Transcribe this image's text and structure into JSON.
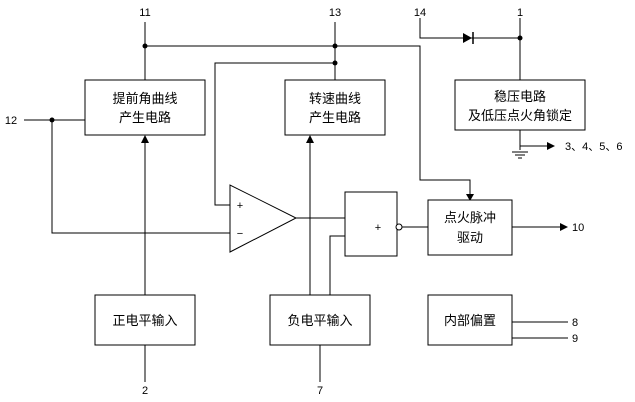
{
  "blocks": {
    "advance_curve": {
      "line1": "提前角曲线",
      "line2": "产生电路"
    },
    "speed_curve": {
      "line1": "转速曲线",
      "line2": "产生电路"
    },
    "regulator": {
      "line1": "稳压电路",
      "line2": "及低压点火角锁定"
    },
    "ignition_driver": {
      "line1": "点火脉冲",
      "line2": "驱动"
    },
    "positive_input": {
      "label": "正电平输入"
    },
    "negative_input": {
      "label": "负电平输入"
    },
    "internal_bias": {
      "label": "内部偏置"
    }
  },
  "pins": {
    "p11": "11",
    "p13": "13",
    "p14": "14",
    "p1": "1",
    "p12": "12",
    "p3456": "3、4、5、6",
    "p10": "10",
    "p8": "8",
    "p9": "9",
    "p2": "2",
    "p7": "7"
  },
  "symbols": {
    "comparator_plus": "+",
    "comparator_minus": "−",
    "gate_plus": "+"
  }
}
